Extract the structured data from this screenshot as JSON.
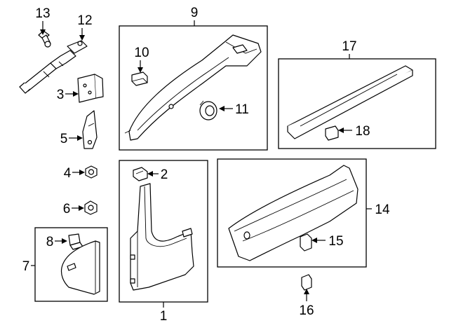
{
  "diagram": {
    "callouts": {
      "p1": "1",
      "p2": "2",
      "p3": "3",
      "p4": "4",
      "p5": "5",
      "p6": "6",
      "p7": "7",
      "p8": "8",
      "p9": "9",
      "p10": "10",
      "p11": "11",
      "p12": "12",
      "p13": "13",
      "p14": "14",
      "p15": "15",
      "p16": "16",
      "p17": "17",
      "p18": "18"
    }
  }
}
